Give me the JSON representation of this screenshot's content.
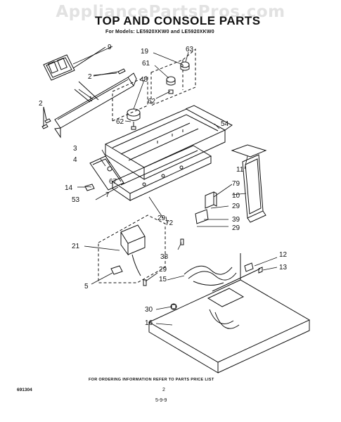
{
  "watermark": "AppliancePartsPros.com",
  "title": "TOP AND CONSOLE PARTS",
  "models": "For Models: LE5920XKW0 and  LE5920XKW0",
  "footer_note": "FOR ORDERING INFORMATION REFER TO PARTS PRICE LIST",
  "page_number": "2",
  "doc_code": "691304",
  "signature": "5-9-9",
  "callouts": {
    "c9": "9",
    "c2a": "2",
    "c2b": "2",
    "c1": "1",
    "c48": "48",
    "c62a": "62",
    "c19": "19",
    "c63": "63",
    "c61": "61",
    "c62b": "62",
    "c54": "54",
    "c3": "3",
    "c4": "4",
    "c67": "67",
    "c14": "14",
    "c7": "7",
    "c53": "53",
    "c11": "11",
    "c79": "79",
    "c10": "10",
    "c29a": "29",
    "c39": "39",
    "c29b": "29",
    "c29c": "29",
    "c72": "72",
    "c21": "21",
    "c38": "38",
    "c29d": "29",
    "c5": "5",
    "c12": "12",
    "c13": "13",
    "c15": "15",
    "c30": "30",
    "c16": "16"
  }
}
